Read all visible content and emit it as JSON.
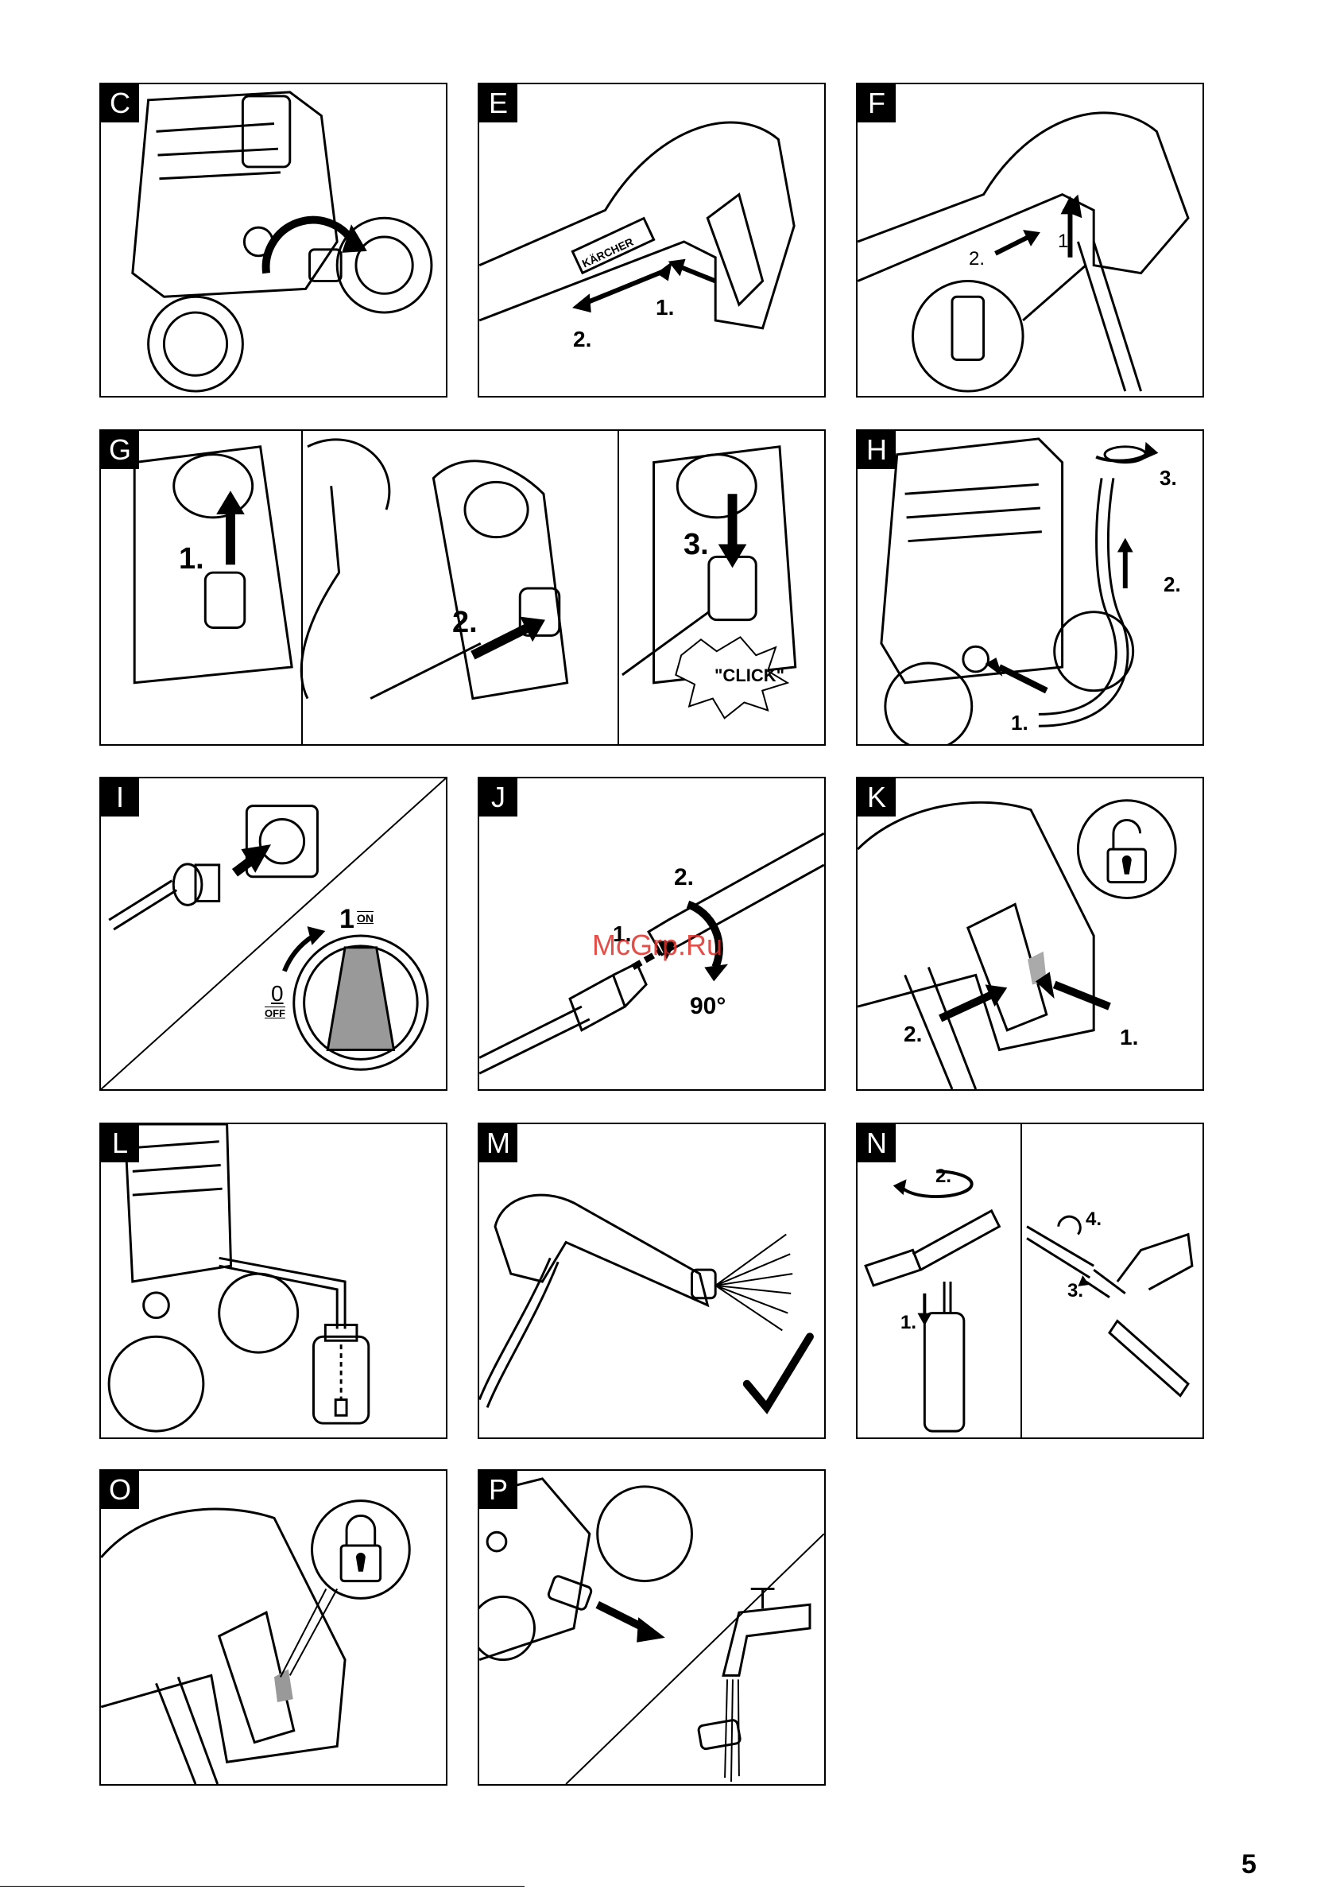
{
  "panels": [
    {
      "letter": "C",
      "steps": []
    },
    {
      "letter": "E",
      "steps": [
        "1.",
        "2."
      ]
    },
    {
      "letter": "F",
      "steps": [
        "1.",
        "2."
      ]
    },
    {
      "letter": "G",
      "steps": [
        "1.",
        "2.",
        "3."
      ],
      "callout": "\"CLICK\""
    },
    {
      "letter": "H",
      "steps": [
        "1.",
        "2.",
        "3."
      ]
    },
    {
      "letter": "I",
      "switch_on": "1",
      "switch_on_label": "ON",
      "switch_off": "0",
      "switch_off_label": "OFF"
    },
    {
      "letter": "J",
      "steps": [
        "1.",
        "2."
      ],
      "angle": "90°"
    },
    {
      "letter": "K",
      "steps": [
        "1.",
        "2."
      ]
    },
    {
      "letter": "L",
      "steps": []
    },
    {
      "letter": "M",
      "steps": []
    },
    {
      "letter": "N",
      "steps": [
        "1.",
        "2.",
        "3.",
        "4."
      ]
    },
    {
      "letter": "O",
      "steps": []
    },
    {
      "letter": "P",
      "steps": []
    }
  ],
  "brand_label": "KÄRCHER",
  "watermark": "McGrp.Ru",
  "page_number": "5"
}
